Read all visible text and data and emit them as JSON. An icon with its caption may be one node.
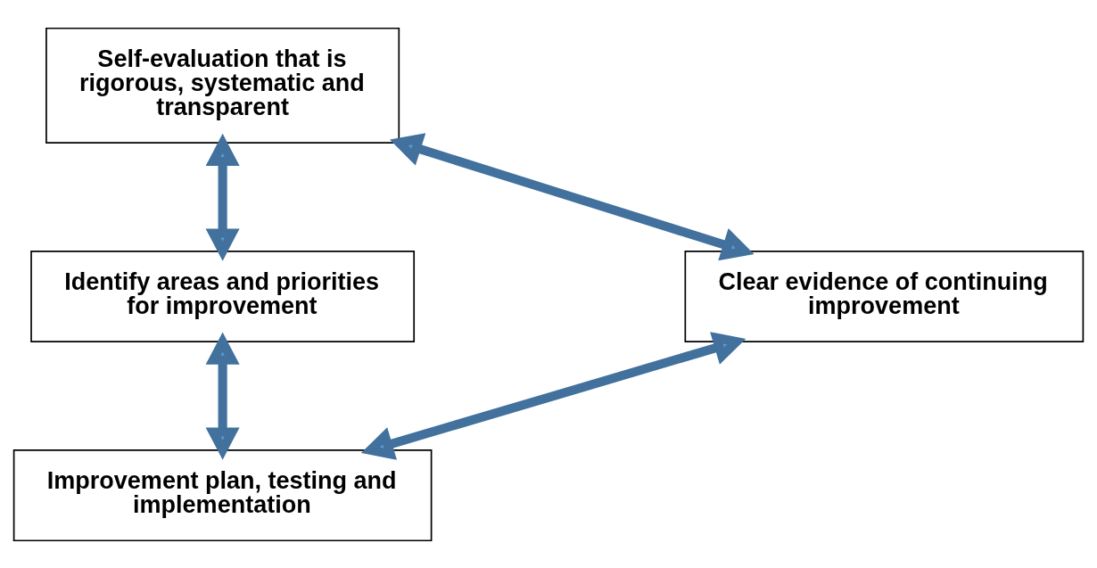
{
  "diagram": {
    "nodes": [
      {
        "text": [
          "Self-evaluation that is rigorous, systematic and transparent"
        ]
      },
      {
        "text": [
          "Clear evidence of continuing improvement"
        ]
      },
      {
        "text": [
          "Identify areas and priorities for improvement"
        ]
      },
      {
        "text": [
          "Improvement plan, testing and implementation"
        ]
      }
    ],
    "edges": [
      {
        "from": 0,
        "to": 2,
        "arrow": "both"
      },
      {
        "from": 2,
        "to": 3,
        "arrow": "both"
      },
      {
        "from": 3,
        "to": 1,
        "arrow": "both"
      },
      {
        "from": 1,
        "to": 0,
        "arrow": "both"
      }
    ]
  }
}
